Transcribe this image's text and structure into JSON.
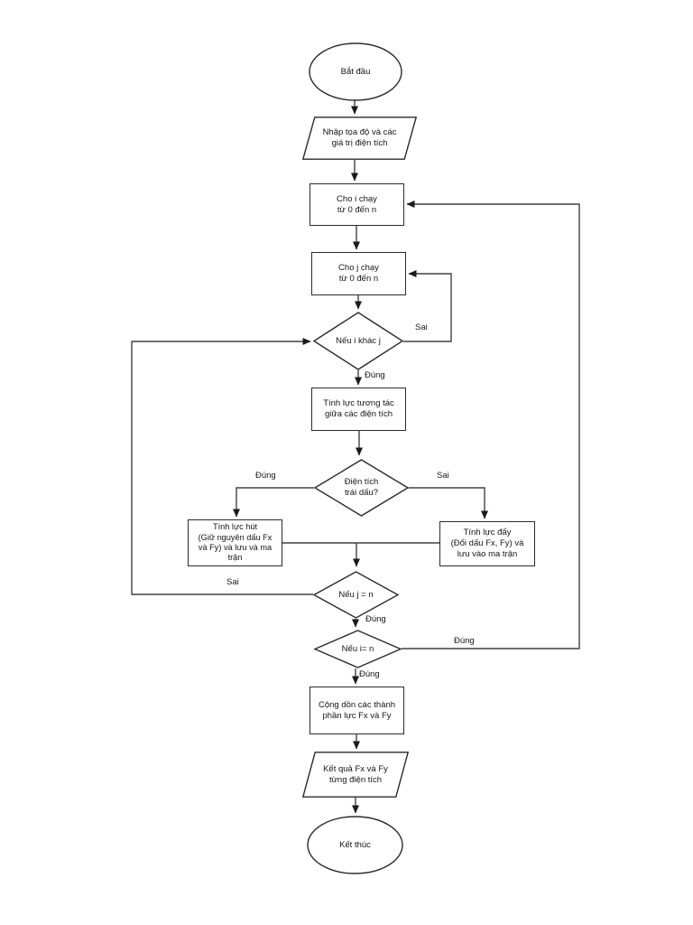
{
  "diagram": {
    "type": "flowchart",
    "language": "vi",
    "colors": {
      "background": "#ffffff",
      "connector_stroke": "#414141",
      "shape_border": "#2b2b2b",
      "text": "#141414"
    },
    "nodes": {
      "start": {
        "type": "terminator",
        "label": "Bắt đầu"
      },
      "input": {
        "type": "io",
        "label": "Nhập tọa độ và các\ngiá trị điện tích"
      },
      "loop_i": {
        "type": "process",
        "label": "Cho i chạy\ntừ 0 đến n"
      },
      "loop_j": {
        "type": "process",
        "label": "Cho j chạy\ntừ 0 đến n"
      },
      "check_ij": {
        "type": "decision",
        "label": "Nếu i khác j"
      },
      "calc_force": {
        "type": "process",
        "label": "Tính lực tương tác\ngiữa các điện tích"
      },
      "check_sign": {
        "type": "decision",
        "label": "Điện tích\ntrái dấu?"
      },
      "attract": {
        "type": "process",
        "label": "Tính lực hút\n(Giữ nguyên dấu Fx\nvà Fy) và lưu và ma\ntrận"
      },
      "repel": {
        "type": "process",
        "label": "Tính lực đẩy\n(Đổi dấu Fx, Fy) và\nlưu vào ma trận"
      },
      "check_j_n": {
        "type": "decision",
        "label": "Nếu j = n"
      },
      "check_i_n": {
        "type": "decision",
        "label": "Nếu i= n"
      },
      "sum": {
        "type": "process",
        "label": "Cộng dồn các thành\nphần lực Fx và Fy"
      },
      "output": {
        "type": "io",
        "label": "Kết quả Fx và Fy\ntừng điện tích"
      },
      "end": {
        "type": "terminator",
        "label": "Kết thúc"
      }
    },
    "edge_labels": {
      "ij_false": "Sai",
      "ij_true": "Đúng",
      "sign_true": "Đúng",
      "sign_false": "Sai",
      "jn_false": "Sai",
      "jn_true": "Đúng",
      "in_loop": "Đúng",
      "in_done": "Đúng"
    }
  }
}
